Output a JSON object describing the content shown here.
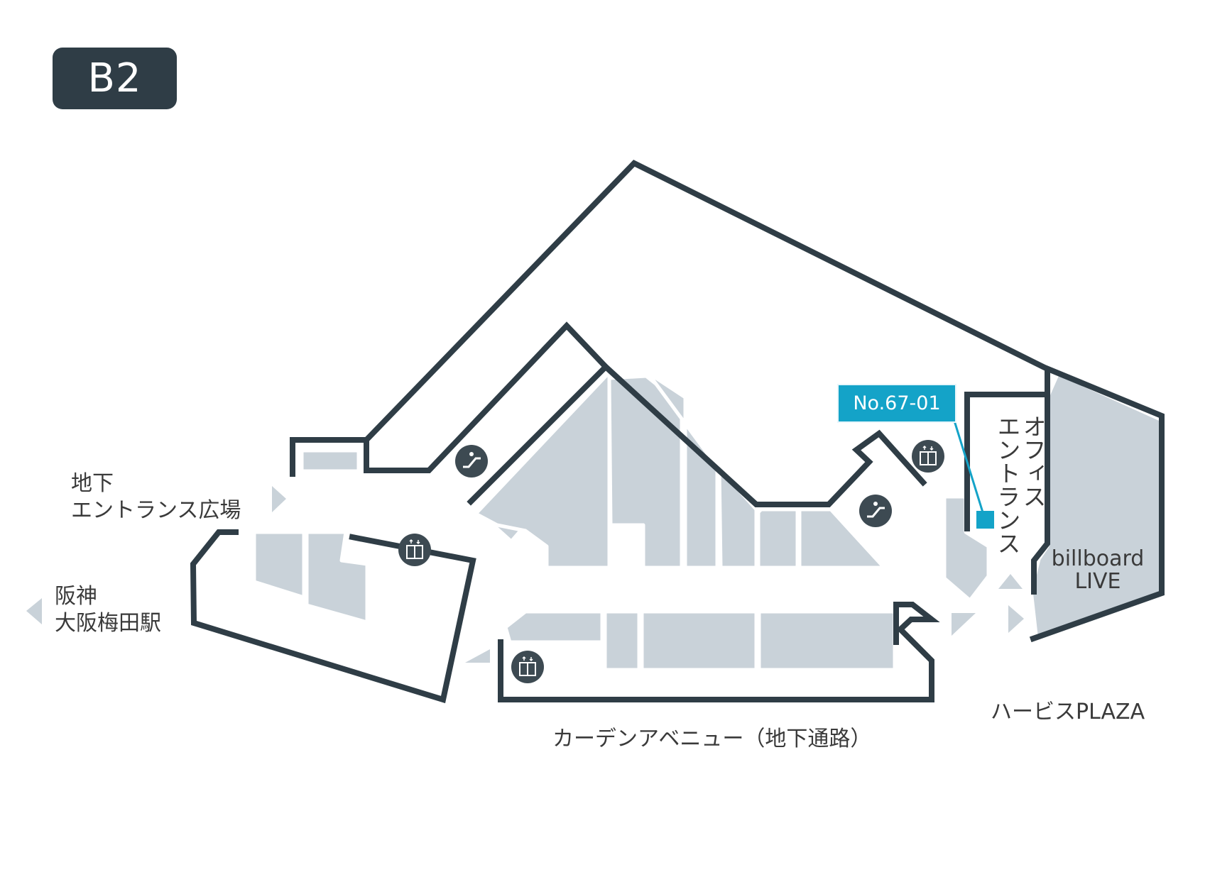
{
  "floor": {
    "label": "B2"
  },
  "labels": {
    "underground_entrance_plaza": [
      "地下",
      "エントランス広場"
    ],
    "hanshin_station": [
      "阪神",
      "大阪梅田駅"
    ],
    "office_entrance": [
      "オフィス",
      "エントランス"
    ],
    "billboard_live": [
      "billboard",
      "LIVE"
    ],
    "herbis_plaza": "ハービスPLAZA",
    "garden_avenue": "カーデンアベニュー（地下通路）"
  },
  "highlight": {
    "unit_number": "No.67-01"
  },
  "colors": {
    "wall": "#2f3d46",
    "shop_fill": "#c9d2d9",
    "highlight": "#14a3c8",
    "badge": "#2f3d46",
    "arrow": "#c9d2d9"
  },
  "icons": [
    "elevator-icon",
    "escalator-icon",
    "direction-arrow"
  ]
}
